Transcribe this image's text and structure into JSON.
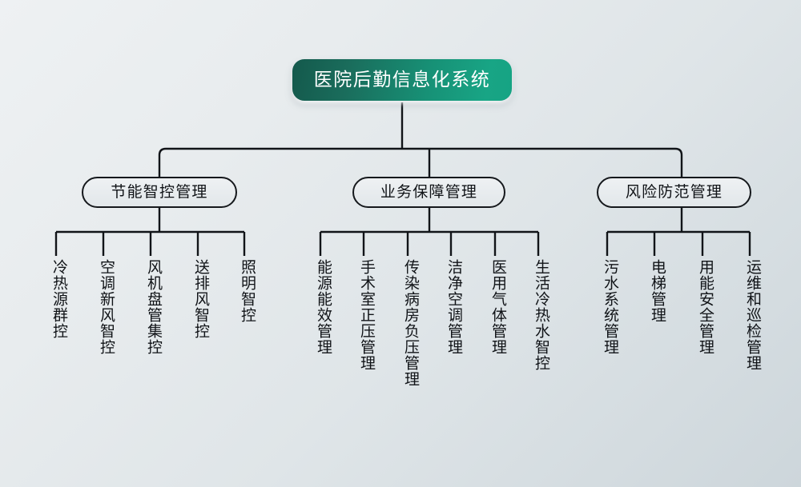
{
  "diagram": {
    "title": "医院后勤信息化系统",
    "type": "organizational-tree",
    "background_start": "#eef1f3",
    "background_end": "#cdd6db",
    "root": {
      "label": "医院后勤信息化系统",
      "accent_start": "#14594c",
      "accent_end": "#16a383",
      "text_color": "#ffffff"
    },
    "line_color": "#111418",
    "branches": [
      {
        "label": "节能智控管理",
        "leaves": [
          {
            "label": "冷热源群控"
          },
          {
            "label": "空调新风智控"
          },
          {
            "label": "风机盘管集控"
          },
          {
            "label": "送排风智控"
          },
          {
            "label": "照明智控"
          }
        ]
      },
      {
        "label": "业务保障管理",
        "leaves": [
          {
            "label": "能源能效管理"
          },
          {
            "label": "手术室正压管理"
          },
          {
            "label": "传染病房负压管理"
          },
          {
            "label": "洁净空调管理"
          },
          {
            "label": "医用气体管理"
          },
          {
            "label": "生活冷热水智控"
          }
        ]
      },
      {
        "label": "风险防范管理",
        "leaves": [
          {
            "label": "污水系统管理"
          },
          {
            "label": "电梯管理"
          },
          {
            "label": "用能安全管理"
          },
          {
            "label": "运维和巡检管理"
          }
        ]
      }
    ]
  }
}
